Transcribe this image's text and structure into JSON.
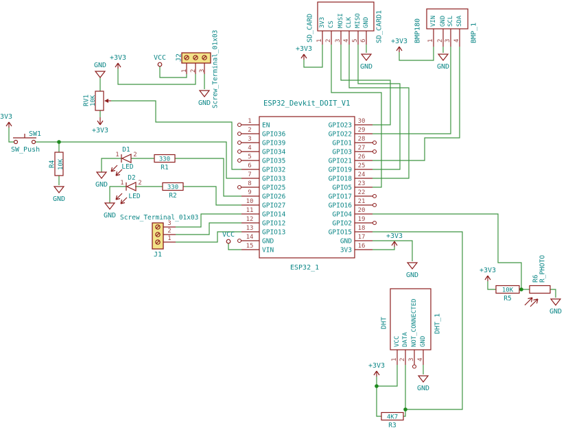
{
  "colors": {
    "background": "#ffffff",
    "wire": "#3c9440",
    "symbol": "#8c1d1d",
    "text": "#0b8686",
    "pin_number": "#9c4545",
    "junction": "#1f8a1f",
    "terminal_fill": "#f2e388"
  },
  "power": {
    "gnd": "GND",
    "p3v3": "+3V3",
    "bare3v3": "3V3",
    "vcc": "VCC"
  },
  "esp32": {
    "title": "ESP32_Devkit_DOIT_V1",
    "ref": "ESP32_1",
    "left_pins": [
      {
        "num": "1",
        "name": "EN",
        "nc": true
      },
      {
        "num": "2",
        "name": "GPIO36",
        "nc": true
      },
      {
        "num": "3",
        "name": "GPIO39",
        "nc": true
      },
      {
        "num": "4",
        "name": "GPIO34",
        "nc": true
      },
      {
        "num": "5",
        "name": "GPIO35",
        "nc": true
      },
      {
        "num": "6",
        "name": "GPIO32",
        "nc": false
      },
      {
        "num": "7",
        "name": "GPIO33",
        "nc": false
      },
      {
        "num": "8",
        "name": "GPIO25",
        "nc": true
      },
      {
        "num": "9",
        "name": "GPIO26",
        "nc": false
      },
      {
        "num": "10",
        "name": "GPIO27",
        "nc": false
      },
      {
        "num": "11",
        "name": "GPIO14",
        "nc": false
      },
      {
        "num": "12",
        "name": "GPIO12",
        "nc": false
      },
      {
        "num": "13",
        "name": "GPIO13",
        "nc": false
      },
      {
        "num": "14",
        "name": "GND",
        "nc": true
      },
      {
        "num": "15",
        "name": "VIN",
        "nc": false
      }
    ],
    "right_pins": [
      {
        "num": "30",
        "name": "GPIO23",
        "nc": false
      },
      {
        "num": "29",
        "name": "GPIO22",
        "nc": false
      },
      {
        "num": "28",
        "name": "GPIO1",
        "nc": true
      },
      {
        "num": "27",
        "name": "GPIO3",
        "nc": true
      },
      {
        "num": "26",
        "name": "GPIO21",
        "nc": false
      },
      {
        "num": "25",
        "name": "GPIO19",
        "nc": false
      },
      {
        "num": "24",
        "name": "GPIO18",
        "nc": false
      },
      {
        "num": "23",
        "name": "GPIO5",
        "nc": false
      },
      {
        "num": "22",
        "name": "GPIO17",
        "nc": true
      },
      {
        "num": "21",
        "name": "GPIO16",
        "nc": true
      },
      {
        "num": "20",
        "name": "GPIO4",
        "nc": false
      },
      {
        "num": "19",
        "name": "GPIO2",
        "nc": true
      },
      {
        "num": "18",
        "name": "GPIO15",
        "nc": false
      },
      {
        "num": "17",
        "name": "GND",
        "nc": false
      },
      {
        "num": "16",
        "name": "3V3",
        "nc": false
      }
    ]
  },
  "sd_card": {
    "label": "SD_CARD",
    "ref": "SD_CARD1",
    "pins": [
      {
        "num": "1",
        "name": "3V3"
      },
      {
        "num": "2",
        "name": "CS"
      },
      {
        "num": "3",
        "name": "MOSI"
      },
      {
        "num": "4",
        "name": "CLK"
      },
      {
        "num": "5",
        "name": "MISO"
      },
      {
        "num": "6",
        "name": "GND"
      }
    ]
  },
  "bmp180": {
    "label": "BMP180",
    "ref": "BMP_1",
    "pins": [
      {
        "num": "1",
        "name": "VIN"
      },
      {
        "num": "2",
        "name": "GND"
      },
      {
        "num": "3",
        "name": "SCL"
      },
      {
        "num": "4",
        "name": "SDA"
      }
    ]
  },
  "dht": {
    "label": "DHT",
    "ref": "DHT_1",
    "pins": [
      {
        "num": "1",
        "name": "VCC",
        "nc": false
      },
      {
        "num": "2",
        "name": "DATA",
        "nc": false
      },
      {
        "num": "3",
        "name": "NOT_CONNECTED",
        "nc": true
      },
      {
        "num": "4",
        "name": "GND",
        "nc": false
      }
    ]
  },
  "j1": {
    "ref": "J1",
    "value": "Screw_Terminal_01x03",
    "pin_nums": [
      "3",
      "2",
      "1"
    ]
  },
  "j2": {
    "ref": "J2",
    "value": "Screw_Terminal_01x03",
    "pin_nums": [
      "1",
      "2",
      "3"
    ]
  },
  "sw1": {
    "ref": "SW1",
    "value": "SW_Push"
  },
  "d1": {
    "ref": "D1",
    "value": "LED",
    "pin1": "1",
    "pin2": "2"
  },
  "d2": {
    "ref": "D2",
    "value": "LED",
    "pin1": "1",
    "pin2": "2"
  },
  "r1": {
    "ref": "R1",
    "value": "330"
  },
  "r2": {
    "ref": "R2",
    "value": "330"
  },
  "r3": {
    "ref": "R3",
    "value": "4K7"
  },
  "r4": {
    "ref": "R4",
    "value": "10K"
  },
  "r5": {
    "ref": "R5",
    "value": "10K"
  },
  "r6": {
    "ref": "R6",
    "value": "R_PHOTO"
  },
  "rv1": {
    "ref": "RV1",
    "value": "10K"
  }
}
